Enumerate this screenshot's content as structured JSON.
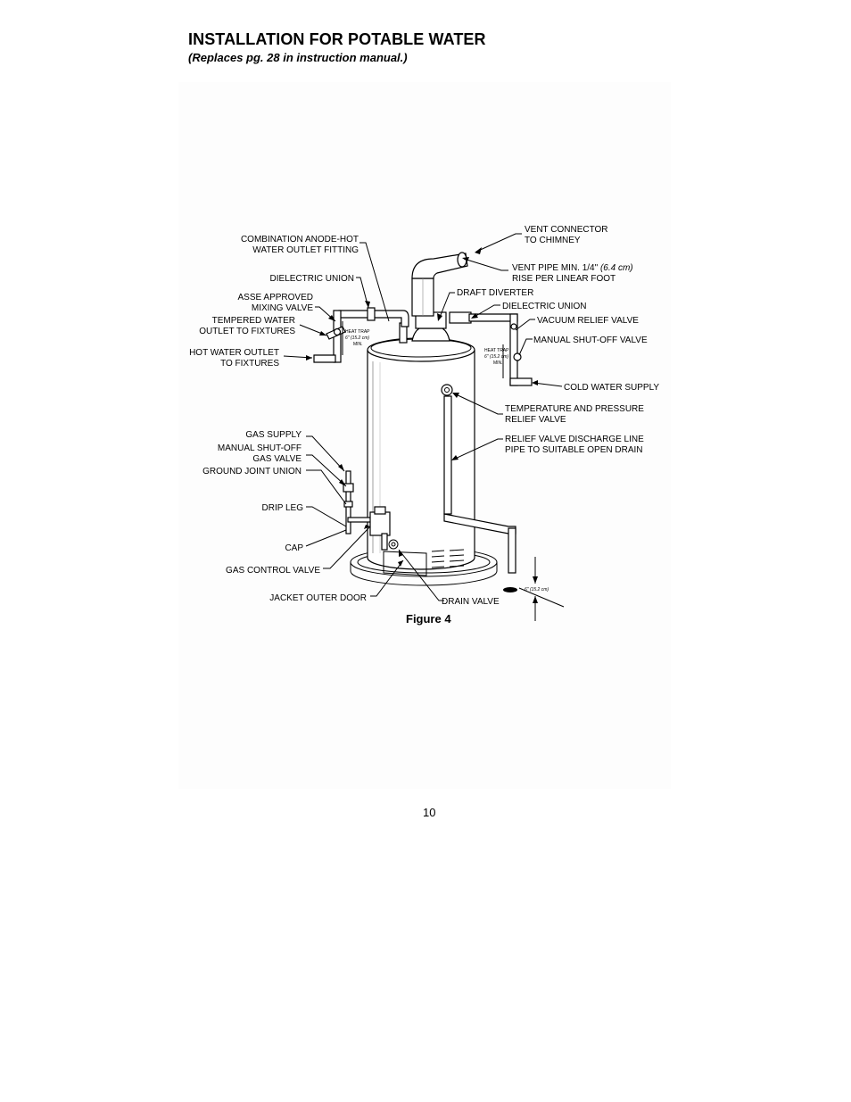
{
  "header": {
    "title": "INSTALLATION FOR POTABLE WATER",
    "subtitle": "(Replaces pg. 28 in instruction manual.)"
  },
  "figure": {
    "caption": "Figure 4",
    "labels": {
      "combo_anode_1": "COMBINATION ANODE-HOT",
      "combo_anode_2": "WATER OUTLET FITTING",
      "dielectric_left": "DIELECTRIC UNION",
      "asse_1": "ASSE APPROVED",
      "asse_2": "MIXING VALVE",
      "tempered_1": "TEMPERED WATER",
      "tempered_2": "OUTLET TO FIXTURES",
      "hot_outlet_1": "HOT WATER OUTLET",
      "hot_outlet_2": "TO FIXTURES",
      "gas_supply": "GAS SUPPLY",
      "manual_gas_1": "MANUAL SHUT-OFF",
      "manual_gas_2": "GAS VALVE",
      "ground_joint": "GROUND JOINT UNION",
      "drip_leg": "DRIP LEG",
      "cap": "CAP",
      "gas_control": "GAS CONTROL VALVE",
      "jacket_door": "JACKET OUTER DOOR",
      "drain_valve": "DRAIN VALVE",
      "vent_connector_1": "VENT CONNECTOR",
      "vent_connector_2": "TO CHIMNEY",
      "vent_pipe_1": "VENT PIPE MIN. 1/4\"",
      "vent_pipe_1b": "(6.4 cm)",
      "vent_pipe_2": "RISE PER LINEAR FOOT",
      "draft_diverter": "DRAFT DIVERTER",
      "dielectric_right": "DIELECTRIC UNION",
      "vacuum_relief": "VACUUM RELIEF VALVE",
      "manual_shutoff": "MANUAL SHUT-OFF VALVE",
      "cold_water": "COLD WATER SUPPLY",
      "tp_relief_1": "TEMPERATURE AND PRESSURE",
      "tp_relief_2": "RELIEF VALVE",
      "discharge_1": "RELIEF VALVE DISCHARGE LINE",
      "discharge_2": "PIPE TO SUITABLE OPEN DRAIN",
      "heat_trap_left_1": "HEAT TRAP",
      "heat_trap_left_2": "6\" (15.2 cm)",
      "heat_trap_left_3": "MIN.",
      "heat_trap_right_1": "HEAT TRAP",
      "heat_trap_right_2": "6\" (15.2 cm)",
      "heat_trap_right_3": "MIN.",
      "drain_gap": "6\" (15.2 cm)"
    }
  },
  "footer": {
    "page_number": "10"
  }
}
